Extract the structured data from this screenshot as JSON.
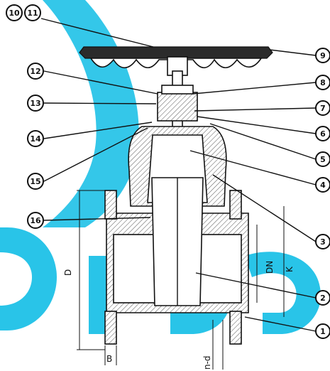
{
  "colors": {
    "watermark": "#29c4e8",
    "line": "#111111"
  },
  "callouts": [
    {
      "label": "1"
    },
    {
      "label": "2"
    },
    {
      "label": "3"
    },
    {
      "label": "4"
    },
    {
      "label": "5"
    },
    {
      "label": "6"
    },
    {
      "label": "7"
    },
    {
      "label": "8"
    },
    {
      "label": "9"
    },
    {
      "label": "10"
    },
    {
      "label": "11"
    },
    {
      "label": "12"
    },
    {
      "label": "13"
    },
    {
      "label": "14"
    },
    {
      "label": "15"
    },
    {
      "label": "16"
    }
  ],
  "dimensions": {
    "D": "D",
    "DN": "DN",
    "K": "K",
    "B": "B",
    "nd": "n-d"
  }
}
